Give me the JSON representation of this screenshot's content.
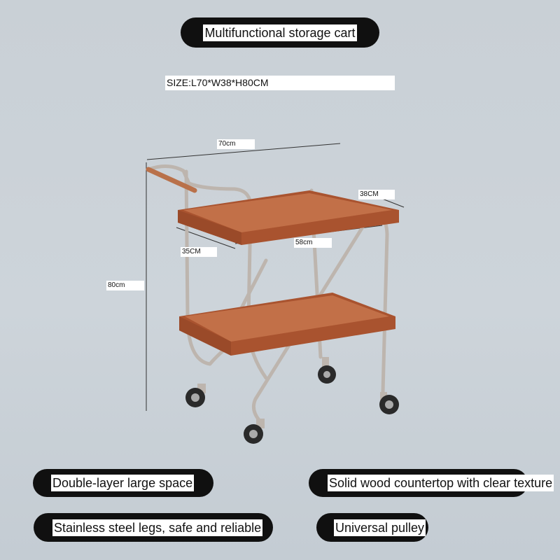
{
  "title": "Multifunctional storage cart",
  "size": "SIZE:L70*W38*H80CM",
  "dimensions": {
    "length": "70cm",
    "width_top": "38CM",
    "depth_side": "35CM",
    "inner_length": "58cm",
    "height": "80cm"
  },
  "features": [
    "Double-layer large space",
    "Solid wood countertop with clear texture",
    "Stainless steel legs, safe and reliable",
    "Universal pulley"
  ],
  "colors": {
    "wood": "#b5603a",
    "steel": "#c9c2bb",
    "pill": "#101010",
    "background": "#c9d0d6"
  }
}
